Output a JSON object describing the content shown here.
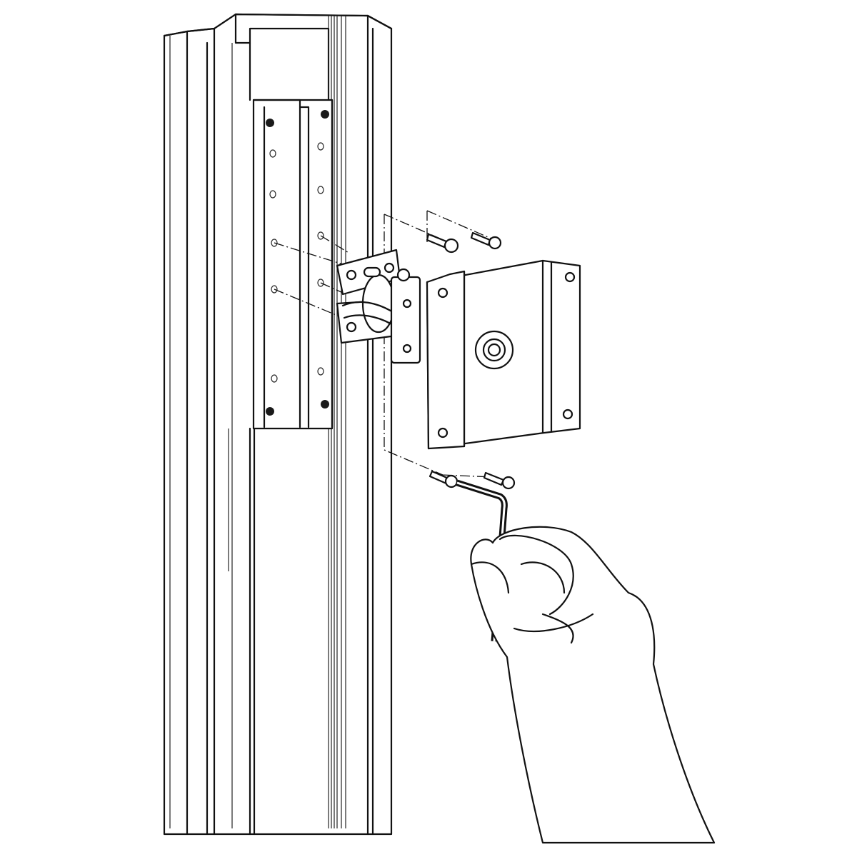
{
  "colors": {
    "line": "#111111",
    "background": "#ffffff",
    "bolt_fill": "#1a1a1a"
  },
  "icons": [
    "column-profile",
    "mounting-plate",
    "hinge-bracket",
    "vesa-plate",
    "screw",
    "hex-key",
    "hand"
  ]
}
